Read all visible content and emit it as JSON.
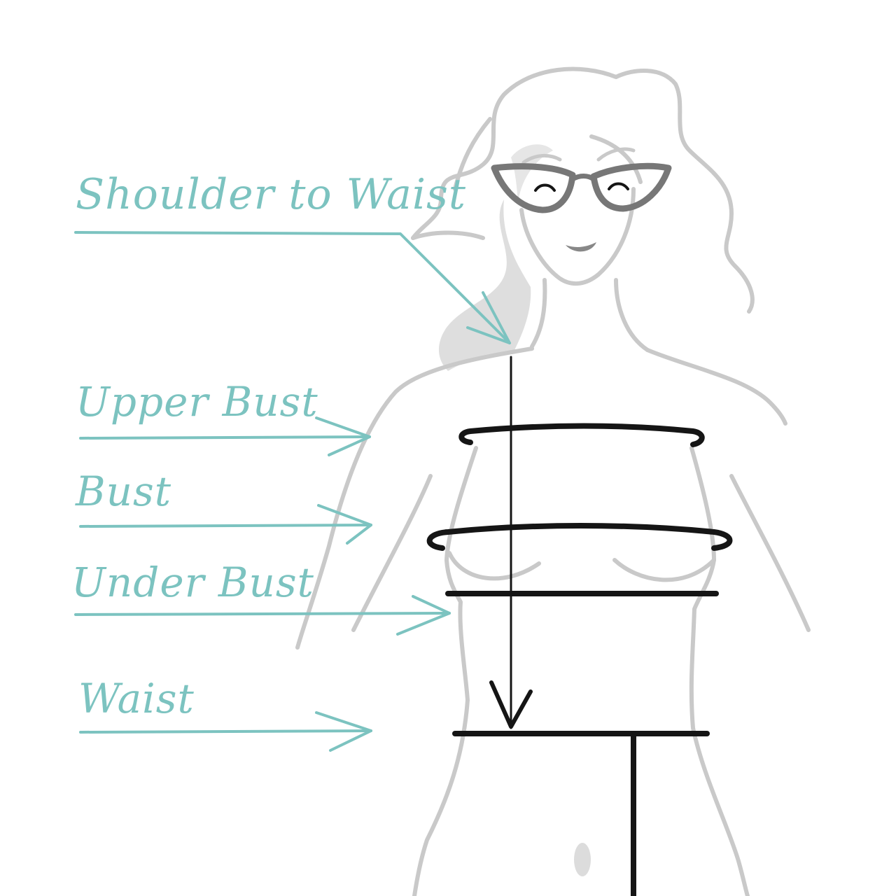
{
  "labels": {
    "shoulder_to_waist": "Shoulder to Waist",
    "upper_bust": "Upper Bust",
    "bust": "Bust",
    "under_bust": "Under Bust",
    "waist": "Waist"
  },
  "colors": {
    "label_teal": "#7cc3c0",
    "figure_gray": "#c9c9c9",
    "hair_shadow": "#dedede",
    "measure_ink": "#151515",
    "glasses": "#777777"
  }
}
